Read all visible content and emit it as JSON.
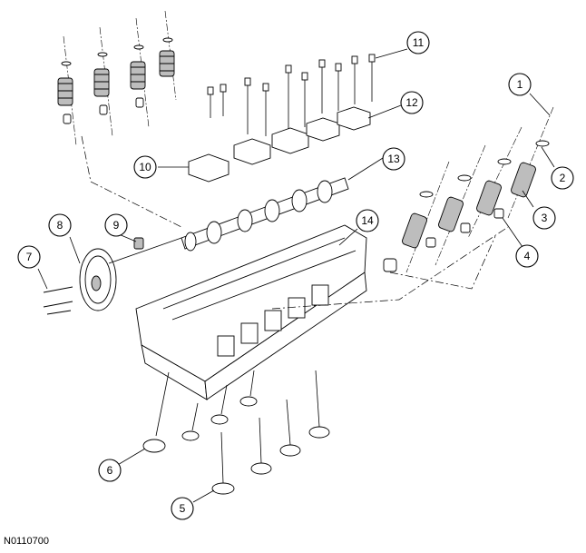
{
  "figure_code": "N0110700",
  "callouts": [
    "1",
    "2",
    "3",
    "4",
    "5",
    "6",
    "7",
    "8",
    "9",
    "10",
    "11",
    "12",
    "13",
    "14"
  ]
}
